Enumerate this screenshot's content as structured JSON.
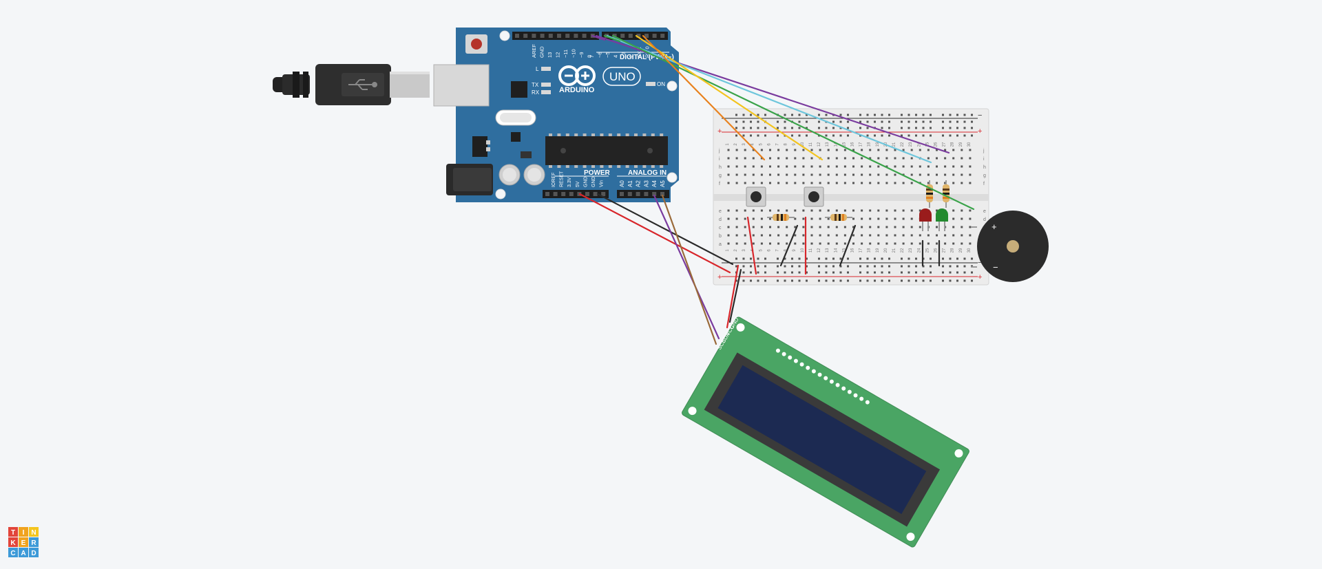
{
  "arduino": {
    "brand": "ARDUINO",
    "model": "UNO",
    "digital_label": "DIGITAL (PWM~)",
    "power_label": "POWER",
    "analog_label": "ANALOG IN",
    "on_label": "ON",
    "l_label": "L",
    "tx_label": "TX",
    "rx_label": "RX",
    "header_top_labels": [
      "AREF",
      "GND",
      "13",
      "12",
      "~11",
      "~10",
      "~9",
      "8",
      "7",
      "~6",
      "~5",
      "4",
      "~3",
      "2",
      "TX 1",
      "RX 0"
    ],
    "power_pin_labels": [
      "IOREF",
      "RESET",
      "3.3V",
      "5V",
      "GND",
      "GND",
      "Vin"
    ],
    "analog_pin_labels": [
      "A0",
      "A1",
      "A2",
      "A3",
      "A4",
      "A5"
    ]
  },
  "breadboard": {
    "plus": "+",
    "minus": "−",
    "row_letters_top": [
      "j",
      "i",
      "h",
      "g",
      "f"
    ],
    "row_letters_bottom": [
      "e",
      "d",
      "c",
      "b",
      "a"
    ],
    "columns": [
      "1",
      "2",
      "3",
      "4",
      "5",
      "6",
      "7",
      "8",
      "9",
      "10",
      "11",
      "12",
      "13",
      "14",
      "15",
      "16",
      "17",
      "18",
      "19",
      "20",
      "21",
      "22",
      "23",
      "24",
      "25",
      "26",
      "27",
      "28",
      "29",
      "30"
    ]
  },
  "lcd": {
    "pin_labels": [
      "GND",
      "VCC",
      "SDA",
      "SCL"
    ]
  },
  "buzzer": {
    "plus": "+",
    "minus": "−"
  },
  "logo": {
    "rows": [
      [
        "T",
        "I",
        "N"
      ],
      [
        "K",
        "E",
        "R"
      ],
      [
        "C",
        "A",
        "D"
      ]
    ],
    "colors": [
      "#e2453a",
      "#f0a31e",
      "#f4c51e",
      "#e2453a",
      "#f0a31e",
      "#3d9ad8",
      "#3d9ad8",
      "#3d9ad8",
      "#3d9ad8"
    ]
  },
  "wires": {
    "colors": {
      "purple": "#7a3b9e",
      "green": "#3aa34a",
      "cyan": "#6ec6dc",
      "yellow": "#f3c41f",
      "orange": "#e8821e",
      "red": "#d8262b",
      "black": "#2a2a2a",
      "brown": "#9a6a3a"
    }
  },
  "colors": {
    "board": "#2f6e9f",
    "board_dark": "#245a84",
    "breadboard": "#eeeeee",
    "lcd_pcb": "#4aa564",
    "lcd_screen": "#1c2a52"
  }
}
